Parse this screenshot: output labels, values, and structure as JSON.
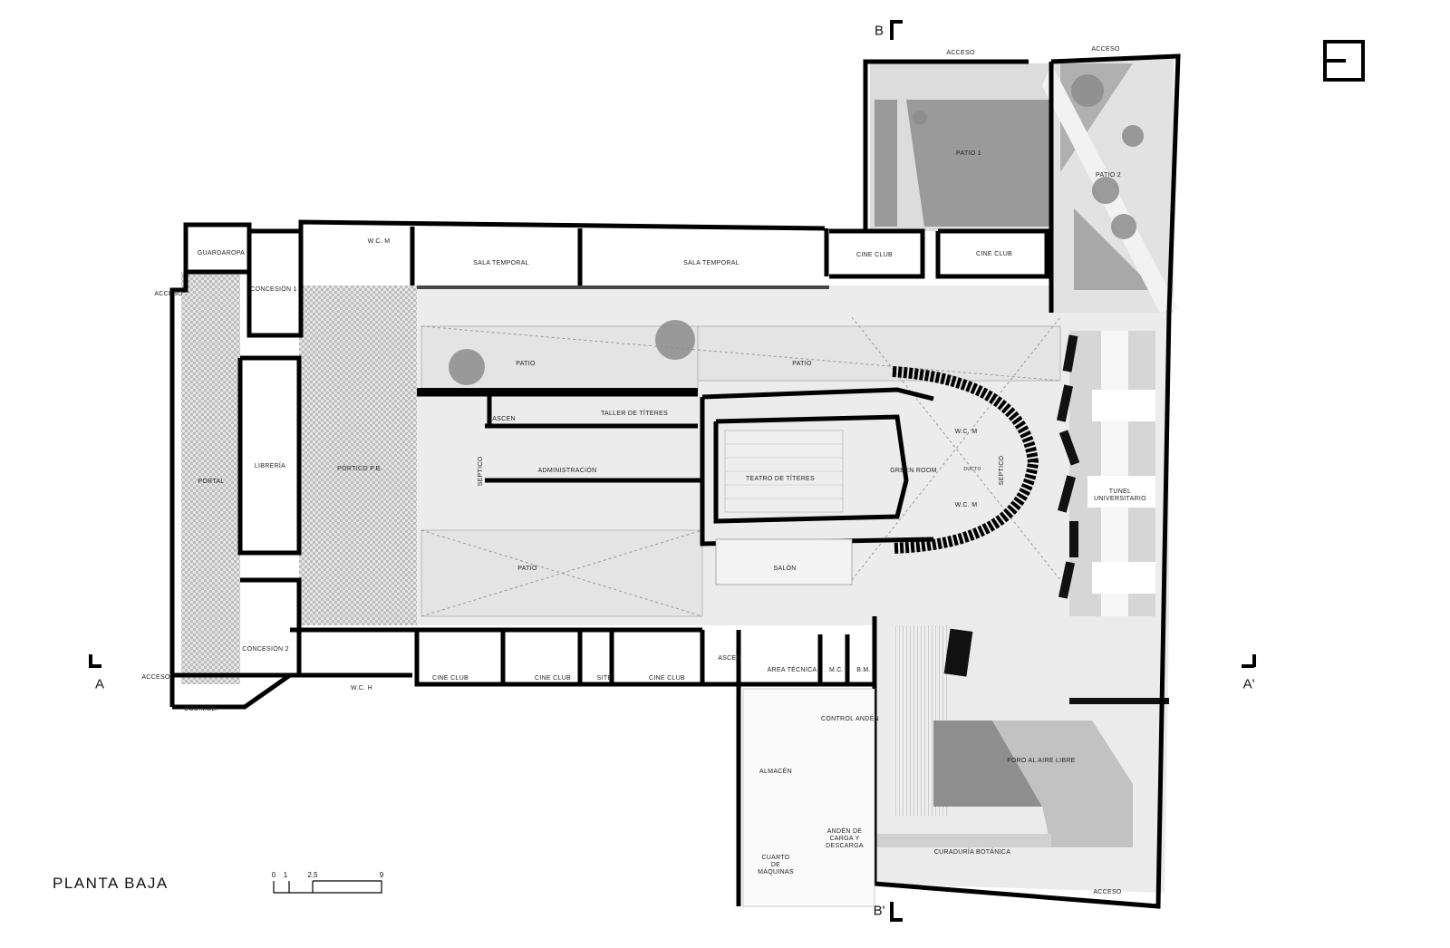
{
  "title": "PLANTA BAJA",
  "scale_bar": {
    "ticks": [
      "0",
      "1",
      "2.5",
      "9"
    ]
  },
  "section_markers": {
    "a": "A",
    "a_prime": "A'",
    "b": "B",
    "b_prime": "B'"
  },
  "rooms": {
    "guardaropa": "GUARDAROPA",
    "concesion1": "CONCESIÓN 1",
    "wc_m_top": "W.C. M",
    "sala_temporal_1": "SALA TEMPORAL",
    "sala_temporal_2": "SALA TEMPORAL",
    "cine_club_top_1": "CINE CLUB",
    "cine_club_top_2": "CINE CLUB",
    "patio_1": "PATIO 1",
    "patio_2": "PATIO 2",
    "acceso_top_1": "ACCESO",
    "acceso_top_2": "ACCESO",
    "acceso_left_top": "ACCESO",
    "acceso_left_bottom": "ACCESO",
    "acceso_bottom": "ACCESO",
    "portal": "PORTAL",
    "libreria": "LIBRERÍA",
    "portico": "PÓRTICO P.B.",
    "patio_north_1": "PATIO",
    "patio_north_2": "PATIO",
    "patio_south": "PATIO",
    "ascen_top": "ASCEN",
    "taller": "TALLER DE TÍTERES",
    "septico_1": "SEPTICO",
    "administracion": "ADMINISTRACIÓN",
    "teatro": "TEATRO DE TÍTERES",
    "green_room": "GREEN ROOM",
    "wc_m_theater_1": "W.C. M",
    "wc_m_theater_2": "W.C. M",
    "ducto": "DUCTO",
    "septico_2": "SEPTICO",
    "salon": "SALÓN",
    "tunel": "TUNEL UNIVERSITARIO",
    "concesion2": "CONCESIÓN 2",
    "bod_mob": "BOD.MOB.",
    "wc_h": "W.C. H",
    "cine_club_bottom_1": "CINE CLUB",
    "cine_club_bottom_2": "CINE CLUB",
    "site": "SITE",
    "cine_club_bottom_3": "CINE CLUB",
    "ascen_bottom": "ASCEN",
    "area_tecnica": "ÁREA TÉCNICA",
    "mc": "M.C.",
    "bm": "B.M.",
    "control_anden": "CONTROL ANDÉN",
    "almacen": "ALMACÉN",
    "anden": "ANDÉN DE CARGA Y DESCARGA",
    "cuarto_maquinas": "CUARTO DE MÁQUINAS",
    "foro": "FORO AL AIRE LIBRE",
    "curaduria": "CURADURÍA BOTÁNICA"
  }
}
